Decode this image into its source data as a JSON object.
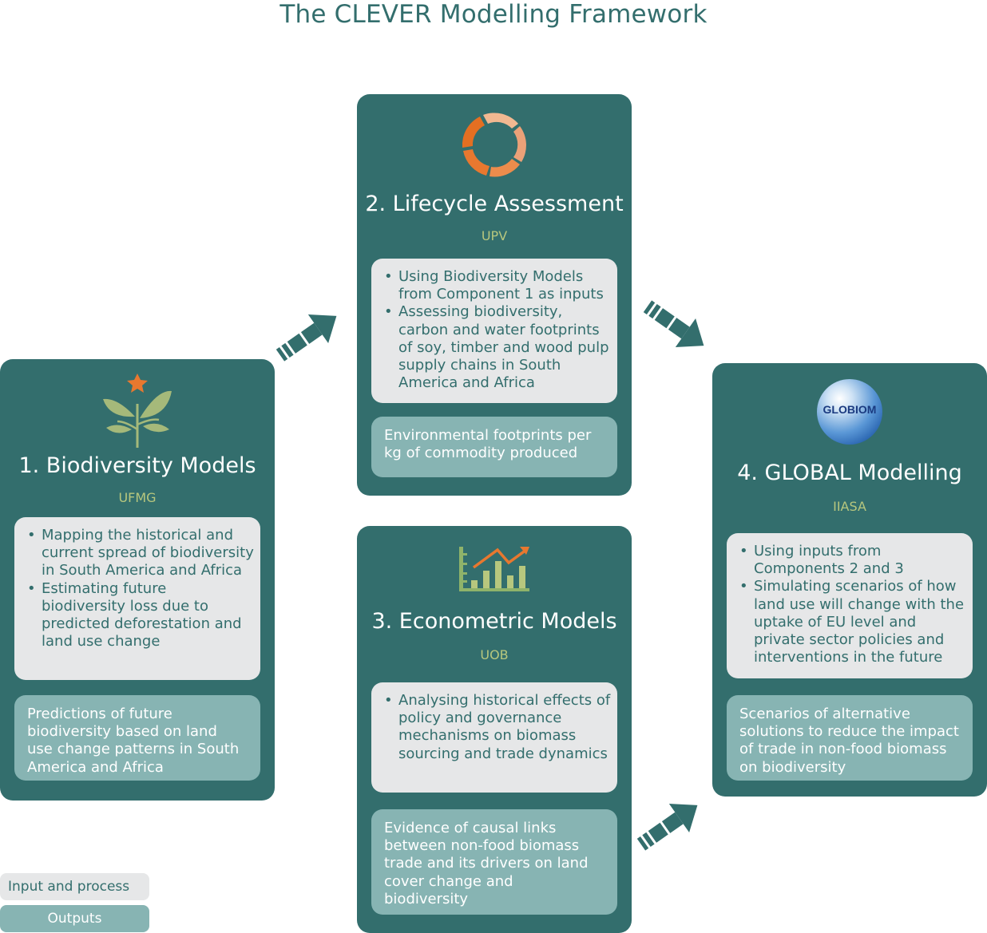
{
  "title": "The CLEVER Modelling Framework",
  "colors": {
    "card": "#336e6d",
    "input_box": "#e6e7e8",
    "output_box": "#87b4b3",
    "org_text": "#b7c77e",
    "accent_orange": "#e8782f"
  },
  "components": [
    {
      "number": "1",
      "title": "1. Biodiversity Models",
      "org": "UFMG",
      "icon": "plant-flower-icon",
      "inputs": [
        "Mapping the historical and current spread of biodiversity in South America and Africa",
        "Estimating future biodiversity loss due to predicted deforestation and land use change"
      ],
      "output": "Predictions of future biodiversity based on land use change patterns in South America and Africa"
    },
    {
      "number": "2",
      "title": "2. Lifecycle Assessment",
      "org": "UPV",
      "icon": "cycle-arrows-icon",
      "inputs": [
        "Using Biodiversity Models from Component 1 as inputs",
        "Assessing biodiversity, carbon and water footprints of soy, timber and wood pulp supply chains in South America and Africa"
      ],
      "output": "Environmental footprints per kg of commodity produced"
    },
    {
      "number": "3",
      "title": "3. Econometric Models",
      "org": "UOB",
      "icon": "bar-chart-trend-icon",
      "inputs": [
        "Analysing historical effects of policy and governance mechanisms on biomass sourcing and trade dynamics"
      ],
      "output": "Evidence of causal links between non-food biomass trade and its drivers on land cover change and biodiversity"
    },
    {
      "number": "4",
      "title": "4. GLOBAL Modelling",
      "org": "IIASA",
      "icon": "globiom-globe-icon",
      "icon_label": "GLOBIOM",
      "inputs": [
        "Using inputs from Components 2 and 3",
        "Simulating scenarios of how land use will change with the uptake of EU level and private sector policies and interventions in the future"
      ],
      "output": "Scenarios of alternative solutions to reduce the impact of trade in non-food biomass on biodiversity"
    }
  ],
  "flows": [
    {
      "from": "1",
      "to": "2"
    },
    {
      "from": "2",
      "to": "4"
    },
    {
      "from": "3",
      "to": "4"
    }
  ],
  "legend": {
    "input_label": "Input and process",
    "output_label": "Outputs"
  }
}
